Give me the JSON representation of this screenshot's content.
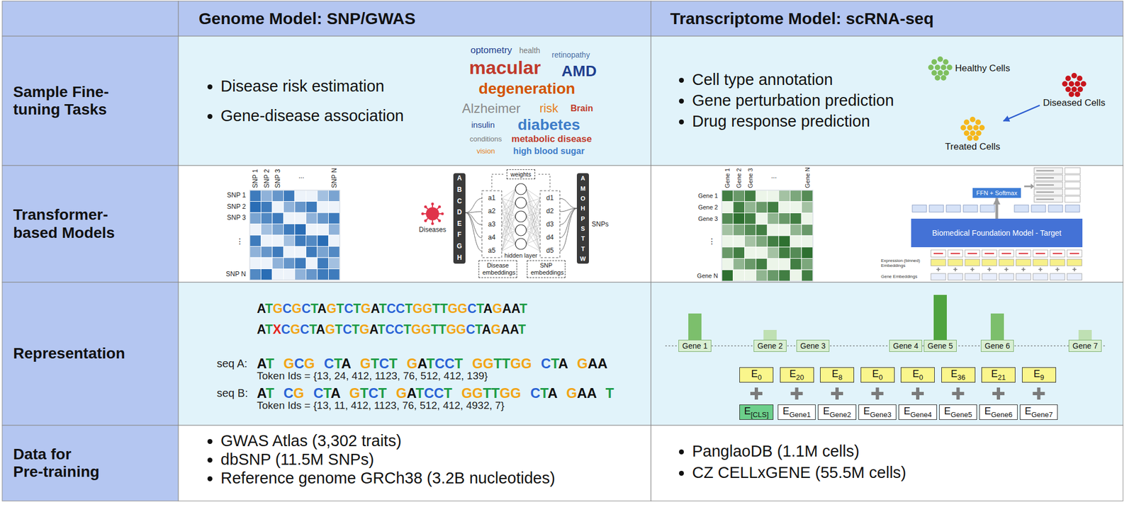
{
  "diagram": {
    "nodes": [
      {
        "text": [
          "Genome Model: SNP/GWAS"
        ]
      },
      {
        "text": [
          "Transcriptome Model: scRNA-seq"
        ]
      },
      {
        "text": [
          "Sample Fine-tuning Tasks"
        ]
      },
      {
        "text": [
          "Disease risk estimation",
          "Gene-disease association"
        ]
      },
      {
        "text": [
          "Cell type annotation",
          "Gene perturbation prediction",
          "Drug response prediction"
        ]
      },
      {
        "text": [
          "Healthy Cells"
        ],
        "in": 4
      },
      {
        "text": [
          "Diseased Cells"
        ],
        "in": 4
      },
      {
        "text": [
          "Treated Cells"
        ],
        "in": 4
      },
      {
        "text": [
          "Transformer-based Models"
        ]
      },
      {
        "text": [
          "weights"
        ]
      },
      {
        "text": [
          "Disease embeddings"
        ]
      },
      {
        "text": [
          "SNP embeddings"
        ]
      },
      {
        "text": [
          "FFN + Softmax"
        ]
      },
      {
        "text": [
          "Biomedical Foundation Model - Target"
        ]
      },
      {
        "text": [
          "Representation"
        ]
      },
      {
        "text": [
          "Gene 1"
        ]
      },
      {
        "text": [
          "Gene 2"
        ]
      },
      {
        "text": [
          "Gene 3"
        ]
      },
      {
        "text": [
          "Gene 4"
        ]
      },
      {
        "text": [
          "Gene 5"
        ]
      },
      {
        "text": [
          "Gene 6"
        ]
      },
      {
        "text": [
          "Gene 7"
        ]
      },
      {
        "text": [
          "E0"
        ]
      },
      {
        "text": [
          "E20"
        ]
      },
      {
        "text": [
          "E8"
        ]
      },
      {
        "text": [
          "E0"
        ]
      },
      {
        "text": [
          "E0"
        ]
      },
      {
        "text": [
          "E36"
        ]
      },
      {
        "text": [
          "E21"
        ]
      },
      {
        "text": [
          "E9"
        ]
      },
      {
        "text": [
          "E[CLS]"
        ]
      },
      {
        "text": [
          "EGene1"
        ]
      },
      {
        "text": [
          "EGene2"
        ]
      },
      {
        "text": [
          "EGene3"
        ]
      },
      {
        "text": [
          "EGene4"
        ]
      },
      {
        "text": [
          "EGene5"
        ]
      },
      {
        "text": [
          "EGene6"
        ]
      },
      {
        "text": [
          "EGene7"
        ]
      },
      {
        "text": [
          "Data for Pre-training"
        ]
      },
      {
        "text": [
          "GWAS Atlas (3,302 traits)",
          "dbSNP (11.5M SNPs)",
          "Reference genome GRCh38 (3.2B nucleotides)"
        ]
      },
      {
        "text": [
          "PanglaoDB (1.1M cells)",
          "CZ CELLxGENE (55.5M cells)"
        ]
      }
    ],
    "edges": [
      {
        "from": 6,
        "to": 7,
        "arrow": "to"
      },
      {
        "from": 13,
        "to": 12,
        "arrow": "to"
      }
    ],
    "labels": [
      "optometry",
      "macular",
      "degeneration",
      "AMD",
      "Alzheimer",
      "risk",
      "diabetes",
      "metabolic disease",
      "high blood sugar",
      "retinopathy",
      "insulin",
      "Brain",
      "health",
      "conditions",
      "vision",
      "SNP 1",
      "SNP 2",
      "SNP 3",
      "...",
      "SNP N",
      "SNP 1",
      "SNP 2",
      "SNP 3",
      "⋮",
      "SNP N",
      "Diseases",
      "SNPs",
      "hidden layer",
      "a1",
      "a2",
      "a3",
      "a4",
      "a5",
      "d1",
      "d2",
      "d3",
      "d4",
      "d5",
      "A",
      "B",
      "C",
      "D",
      "E",
      "F",
      "G",
      "H",
      "A",
      "M",
      "O",
      "H",
      "P",
      "S",
      "T",
      "T",
      "W",
      "Gene 1",
      "Gene 2",
      "Gene 3",
      "...",
      "Gene N",
      "Gene 1",
      "Gene 2",
      "Gene 3",
      "⋮",
      "Gene N",
      "Expression (binned) Embeddings",
      "Gene Embeddings",
      "ATGCGCTAGTCTGATCCTGGTTGGCTAGAAT",
      "ATXCGCTAGTCTGATCCTGGTTGGCTAGAAT",
      "seq A:",
      "AT GCG CTA GTCT GATCCT GGTTGG CTA GAA",
      "Token Ids = {13, 24, 412, 1123, 76, 512, 412, 139}",
      "seq B:",
      "AT CG CTA GTCT GATCCT GGTTGG CTA GAA T",
      "Token Ids = {13, 11, 412, 1123, 76, 512, 412, 4932, 7}"
    ]
  }
}
